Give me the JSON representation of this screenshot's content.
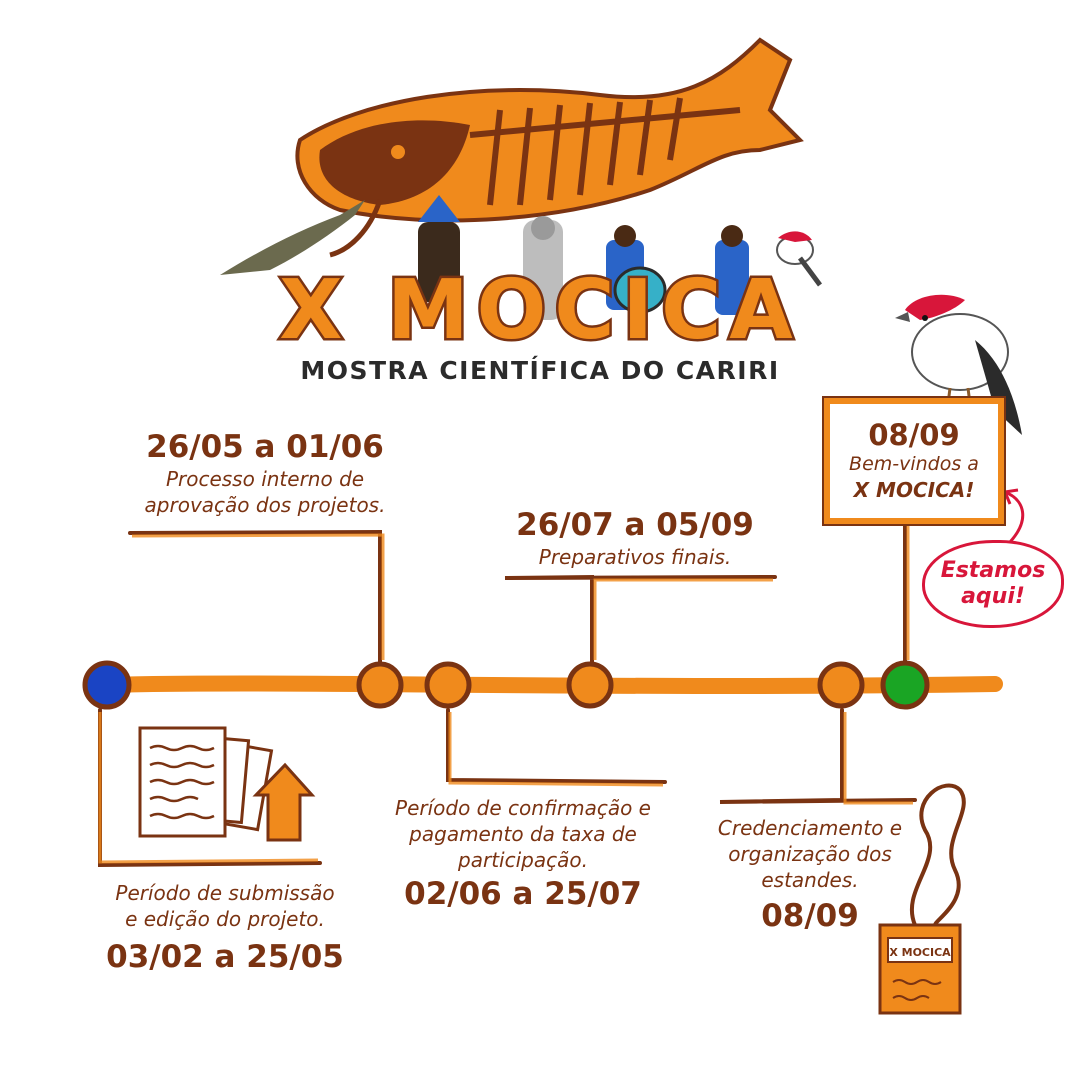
{
  "header": {
    "title": "X MOCICA",
    "subtitle": "MOSTRA CIENTÍFICA DO CARIRI"
  },
  "colors": {
    "orange": "#f08a1c",
    "brown": "#7a3312",
    "blue_node": "#1a44c4",
    "green_node": "#1aa524",
    "red_callout": "#d8163a"
  },
  "events": [
    {
      "id": "submissao",
      "date": "03/02 a 25/05",
      "desc_lines": [
        "Período de submissão",
        "e edição do projeto."
      ]
    },
    {
      "id": "aprovacao",
      "date": "26/05 a 01/06",
      "desc_lines": [
        "Processo interno de",
        "aprovação dos projetos."
      ]
    },
    {
      "id": "confirmacao",
      "date": "02/06 a 25/07",
      "desc_lines": [
        "Período de confirmação e",
        "pagamento da taxa de",
        "participação."
      ]
    },
    {
      "id": "preparativos",
      "date": "26/07 a 05/09",
      "desc_lines": [
        "Preparativos finais."
      ]
    },
    {
      "id": "credenciamento",
      "date": "08/09",
      "desc_lines": [
        "Credenciamento e",
        "organização dos",
        "estandes."
      ]
    },
    {
      "id": "abertura",
      "date": "08/09",
      "desc_line1": "Bem-vindos a",
      "desc_line2": "X MOCICA!"
    }
  ],
  "callout": {
    "line1": "Estamos",
    "line2": "aqui!"
  },
  "badge": {
    "text": "X MOCICA"
  }
}
